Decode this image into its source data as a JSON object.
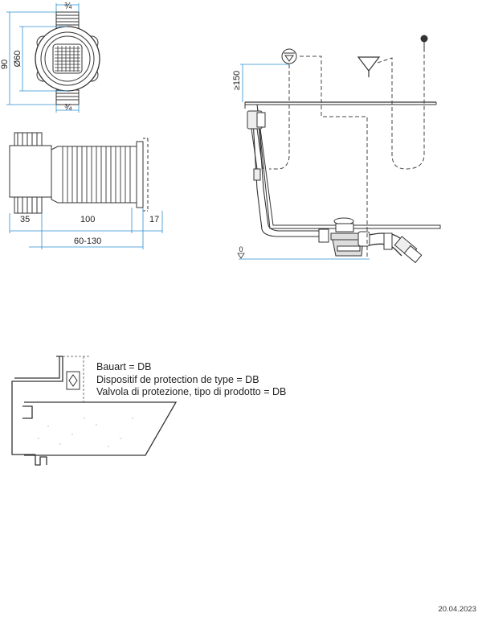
{
  "dimensions": {
    "thread_top": "¾",
    "thread_bottom": "¾",
    "height": "90",
    "diameter": "Ø60",
    "len_35": "35",
    "len_100": "100",
    "len_17": "17",
    "range": "60-130",
    "min_height": "≥150",
    "level_zero": "0"
  },
  "legend": {
    "line_de": "Bauart = DB",
    "line_fr": "Dispositif de protection de type = DB",
    "line_it": "Valvola di protezione, tipo di prodotto = DB"
  },
  "footer": {
    "date": "20.04.2023"
  },
  "colors": {
    "dimension_line": "#2e8fd0",
    "outline": "#333333",
    "ink": "#222222"
  }
}
